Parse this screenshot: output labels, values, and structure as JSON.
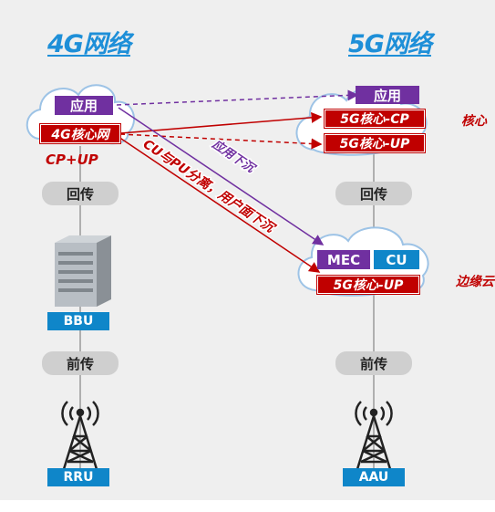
{
  "left": {
    "title": "4G网络",
    "app": "应用",
    "core": "4G核心网",
    "core_sub": "CP+UP",
    "backhaul": "回传",
    "bbu": "BBU",
    "fronthaul": "前传",
    "rru": "RRU"
  },
  "right": {
    "title": "5G网络",
    "app": "应用",
    "core_cp": "5G核心-CP",
    "core_up": "5G核心-UP",
    "side_note_top": "核心",
    "backhaul": "回传",
    "mec": "MEC",
    "cu": "CU",
    "edge_core_up": "5G核心-UP",
    "side_note_edge": "边缘云",
    "fronthaul": "前传",
    "aau": "AAU"
  },
  "arrows": {
    "app_sink": "应用下沉",
    "cu_split": "CU与PU分离，用户面下沉"
  },
  "colors": {
    "purple": "#7030a0",
    "red": "#c00000",
    "blue": "#0f86c9",
    "title_blue": "#1e8fd8"
  }
}
